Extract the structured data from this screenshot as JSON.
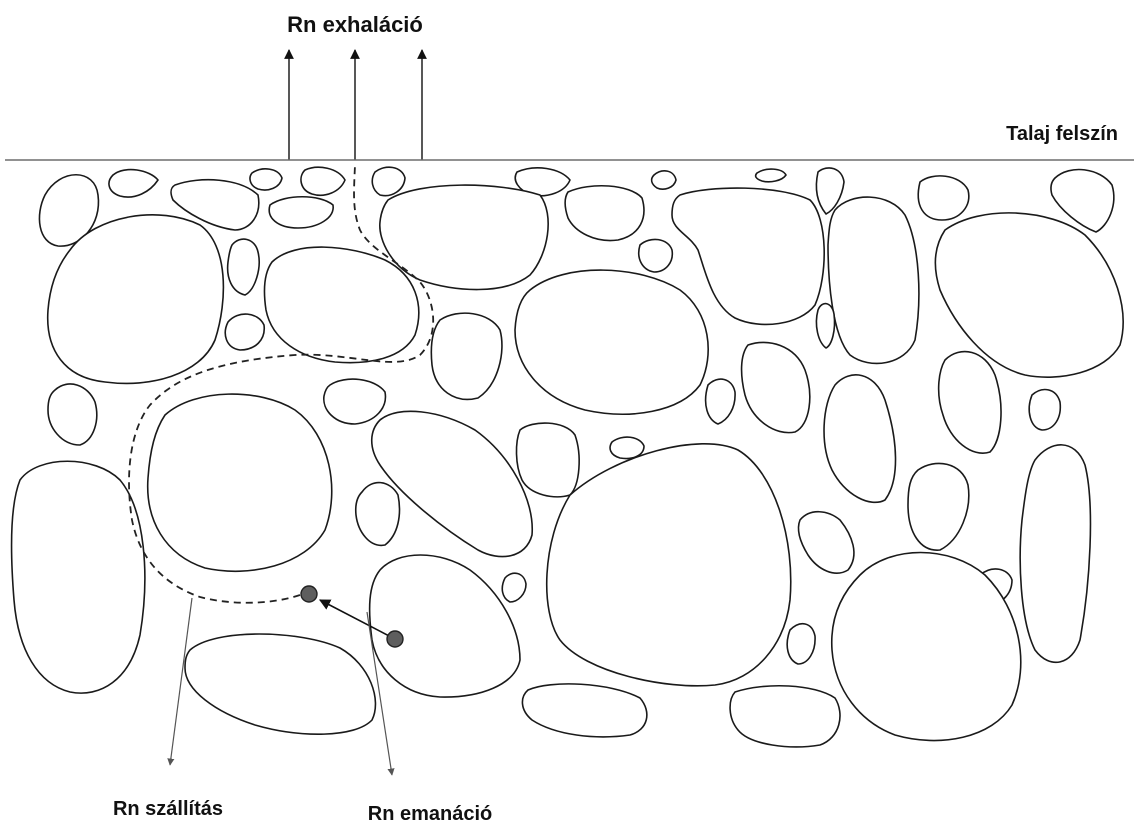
{
  "labels": {
    "exhalation": "Rn exhaláció",
    "surface": "Talaj felszín",
    "transport": "Rn szállítás",
    "emanation": "Rn emanáció"
  },
  "colors": {
    "grain_outline": "#1a1a1a",
    "surface_line": "#6d6d6d",
    "radon_atom": "#5e5e5e",
    "leader_line": "#555555"
  }
}
